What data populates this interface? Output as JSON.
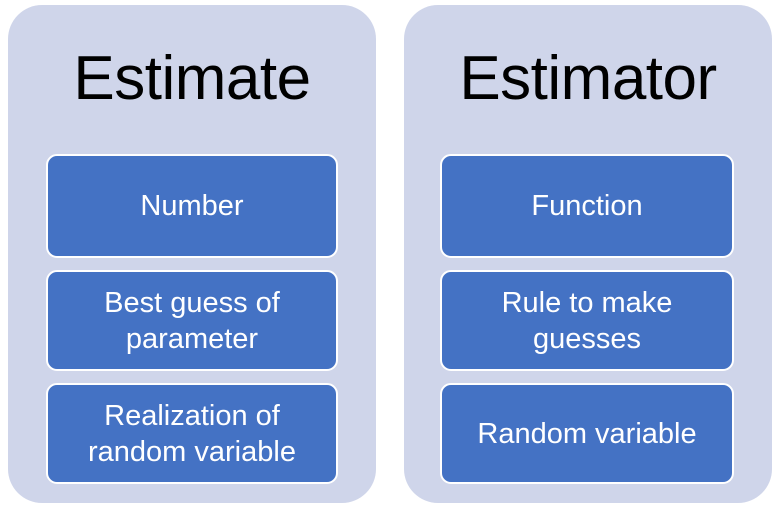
{
  "diagram": {
    "type": "two-column-comparison",
    "colors": {
      "panel_background": "#CFD5EA",
      "item_fill": "#4472C4",
      "item_border": "#FFFFFF",
      "item_text": "#FFFFFF",
      "title_text": "#000000",
      "canvas": "#FFFFFF"
    },
    "columns": [
      {
        "title": "Estimate",
        "items": [
          {
            "text": "Number"
          },
          {
            "text": "Best guess of parameter"
          },
          {
            "text": "Realization of random variable"
          }
        ]
      },
      {
        "title": "Estimator",
        "items": [
          {
            "text": "Function"
          },
          {
            "text": "Rule to make guesses"
          },
          {
            "text": "Random variable"
          }
        ]
      }
    ]
  }
}
